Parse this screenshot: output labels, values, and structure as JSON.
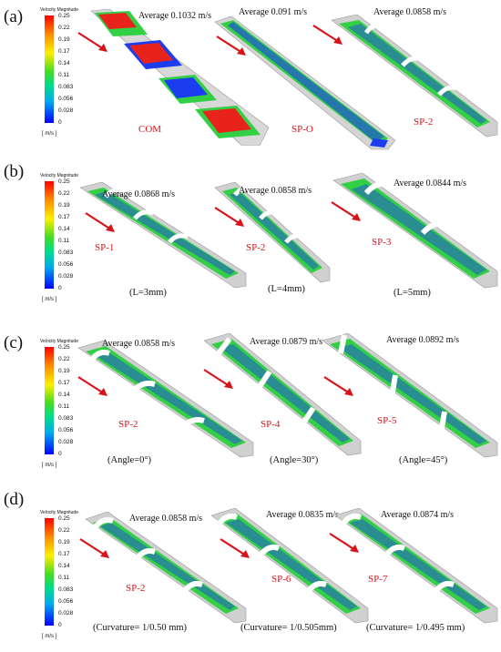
{
  "legend": {
    "title": "Velocity Magnitude",
    "ticks": [
      "0.25",
      "0.22",
      "0.19",
      "0.17",
      "0.14",
      "0.11",
      "0.083",
      "0.056",
      "0.028",
      "0"
    ],
    "unit": "[ m/s ]"
  },
  "panels": [
    {
      "label": "(a)",
      "items": [
        {
          "average": "Average 0.1032 m/s",
          "sample": "COM",
          "condition": ""
        },
        {
          "average": "Average 0.091 m/s",
          "sample": "SP-O",
          "condition": ""
        },
        {
          "average": "Average 0.0858 m/s",
          "sample": "SP-2",
          "condition": ""
        }
      ]
    },
    {
      "label": "(b)",
      "items": [
        {
          "average": "Average 0.0868 m/s",
          "sample": "SP-1",
          "condition": "(L=3mm)"
        },
        {
          "average": "Average 0.0858 m/s",
          "sample": "SP-2",
          "condition": "(L=4mm)"
        },
        {
          "average": "Average 0.0844 m/s",
          "sample": "SP-3",
          "condition": "(L=5mm)"
        }
      ]
    },
    {
      "label": "(c)",
      "items": [
        {
          "average": "Average 0.0858 m/s",
          "sample": "SP-2",
          "condition": "(Angle=0°)"
        },
        {
          "average": "Average 0.0879 m/s",
          "sample": "SP-4",
          "condition": "(Angle=30°)"
        },
        {
          "average": "Average 0.0892 m/s",
          "sample": "SP-5",
          "condition": "(Angle=45°)"
        }
      ]
    },
    {
      "label": "(d)",
      "items": [
        {
          "average": "Average 0.0858 m/s",
          "sample": "SP-2",
          "condition": "(Curvature= 1/0.50 mm)"
        },
        {
          "average": "Average 0.0835 m/s",
          "sample": "SP-6",
          "condition": "(Curvature= 1/0.505mm)"
        },
        {
          "average": "Average 0.0874 m/s",
          "sample": "SP-7",
          "condition": "(Curvature= 1/0.495 mm)"
        }
      ]
    }
  ],
  "colors": {
    "flow_green": "#33d046",
    "flow_blue": "#1c3cf0",
    "hot_red": "#e8231c",
    "frame_gray": "#c8c8c8",
    "arrow_red": "#d8141b"
  }
}
